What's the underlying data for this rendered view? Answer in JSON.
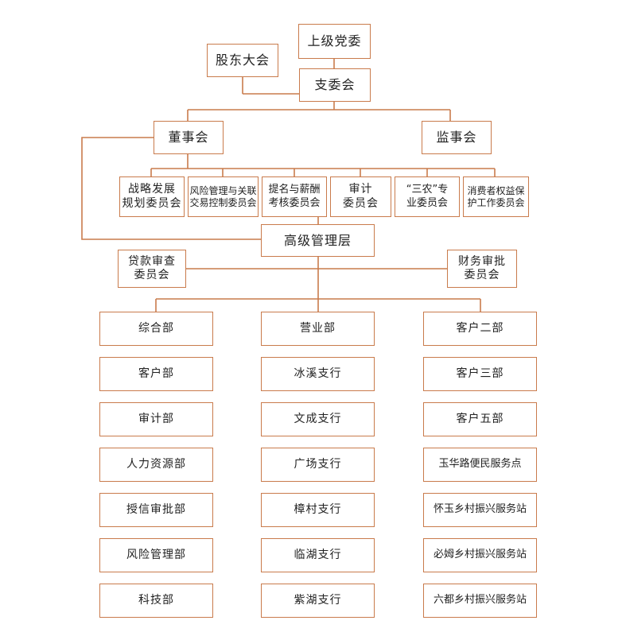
{
  "colors": {
    "line": "#c97b4c",
    "text": "#222222",
    "background": "#ffffff"
  },
  "top": {
    "party": "上级党委",
    "shareholders": "股东大会",
    "branch_committee": "支委会",
    "board": "董事会",
    "supervisors": "监事会"
  },
  "committees": [
    "战略发展\n规划委员会",
    "风险管理与关联\n交易控制委员会",
    "提名与薪酬\n考核委员会",
    "审计\n委员会",
    "“三农”专\n业委员会",
    "消费者权益保\n护工作委员会"
  ],
  "management": {
    "senior": "高级管理层",
    "loan_review": "贷款审查\n委员会",
    "finance_approval": "财务审批\n委员会"
  },
  "departments": {
    "left": [
      "综合部",
      "客户部",
      "审计部",
      "人力资源部",
      "授信审批部",
      "风险管理部",
      "科技部"
    ],
    "middle": [
      "营业部",
      "冰溪支行",
      "文成支行",
      "广场支行",
      "樟村支行",
      "临湖支行",
      "紫湖支行"
    ],
    "right": [
      "客户二部",
      "客户三部",
      "客户五部",
      "玉华路便民服务点",
      "怀玉乡村振兴服务站",
      "必姆乡村振兴服务站",
      "六都乡村振兴服务站"
    ]
  }
}
